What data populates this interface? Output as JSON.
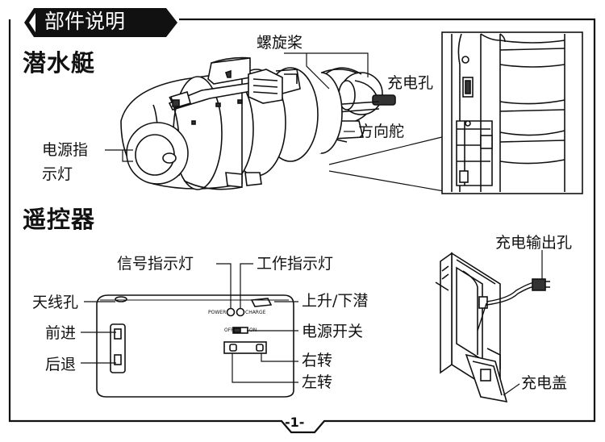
{
  "section_banner": "部件说明",
  "submarine": {
    "heading": "潜水艇",
    "labels": {
      "propeller": "螺旋桨",
      "charging_port": "充电孔",
      "rudder": "方向舵",
      "power_indicator_line1": "电源指",
      "power_indicator_line2": "示灯"
    }
  },
  "remote": {
    "heading": "遥控器",
    "labels": {
      "signal_indicator": "信号指示灯",
      "work_indicator": "工作指示灯",
      "antenna_hole": "天线孔",
      "up_down": "上升/下潜",
      "forward": "前进",
      "power_switch": "电源开关",
      "backward": "后退",
      "turn_right": "右转",
      "turn_left": "左转"
    },
    "printed": {
      "power": "POWER",
      "charge": "CHARGE",
      "off": "OFF",
      "on": "ON"
    }
  },
  "charger": {
    "output_port": "充电输出孔",
    "cover": "充电盖"
  },
  "page_number": "-1-"
}
